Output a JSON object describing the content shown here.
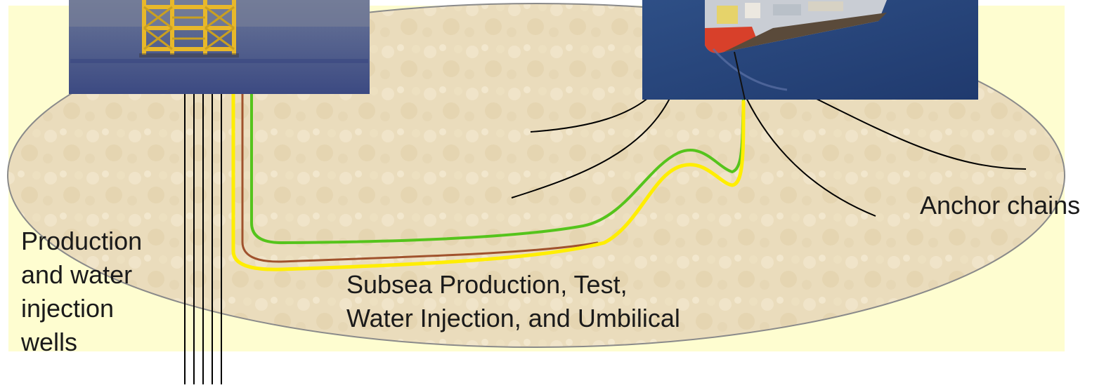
{
  "labels": {
    "wells": [
      "Production",
      "and water",
      "injection",
      "wells"
    ],
    "subsea": [
      "Subsea Production, Test,",
      "Water Injection, and Umbilical"
    ],
    "anchor": "Anchor chains"
  },
  "colors": {
    "panel_background": "#fefdd0",
    "seabed_fill": "#eadcbc",
    "seabed_outline": "#8a8a8a",
    "sea_water": "#4a5a88",
    "line_green": "#55c41c",
    "line_yellow": "#ffee00",
    "line_brown": "#a0522d",
    "platform_jacket": "#e8b82a",
    "fpso_hull": "#d8402a",
    "well_lines": "#000000",
    "anchor_chains": "#000000"
  },
  "images": {
    "left_photo": "offshore-platform-photo",
    "right_photo": "fpso-vessel-photo"
  }
}
